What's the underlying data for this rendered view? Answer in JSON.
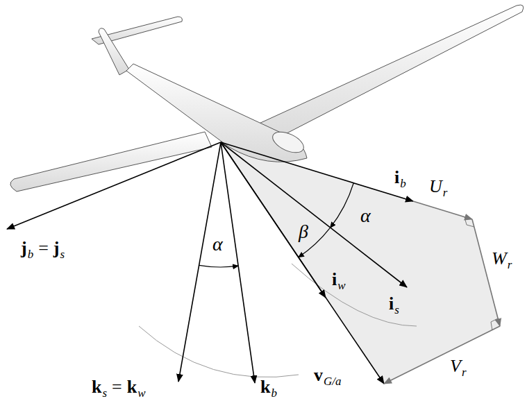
{
  "diagram": {
    "labels": [
      "j",
      "b",
      "=",
      "j",
      "s",
      "α",
      "β",
      "α",
      "i",
      "b",
      "U",
      "r",
      "i",
      "s",
      "W",
      "r",
      "i",
      "w",
      "v",
      "G/a",
      "V",
      "r",
      "k",
      "s",
      "=",
      "k",
      "w",
      "k",
      "b"
    ]
  }
}
